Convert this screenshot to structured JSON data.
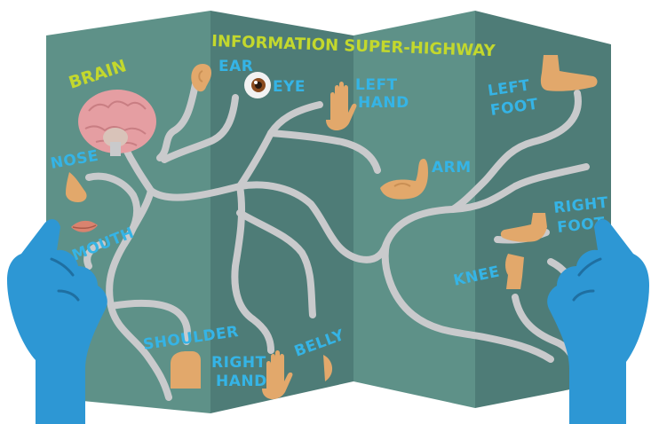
{
  "title": "INFORMATION SUPER-HIGHWAY",
  "brain_label": "BRAIN",
  "labels": {
    "ear": "EAR",
    "eye": "EYE",
    "nose": "NOSE",
    "mouth": "MOUTH",
    "left_hand": [
      "LEFT",
      "HAND"
    ],
    "arm": "ARM",
    "left_foot": [
      "LEFT",
      "FOOT"
    ],
    "right_foot": [
      "RIGHT",
      "FOOT"
    ],
    "knee": "KNEE",
    "shoulder": "SHOULDER",
    "right_hand": [
      "RIGHT",
      "HAND"
    ],
    "belly": "BELLY"
  },
  "colors": {
    "panel_light": "#5e9188",
    "panel_dark": "#4e7c77",
    "label_blue": "#35b4e6",
    "title_yellow": "#c3d82d",
    "road": "#c9cacc",
    "glove": "#2d97d4",
    "skin": "#e2a86b",
    "brain": "#e59ea2"
  },
  "icons": [
    "brain-icon",
    "ear-icon",
    "eye-icon",
    "nose-icon",
    "mouth-icon",
    "hand-icon",
    "arm-icon",
    "foot-icon",
    "knee-icon",
    "shoulder-icon",
    "belly-icon",
    "glove-icon"
  ]
}
